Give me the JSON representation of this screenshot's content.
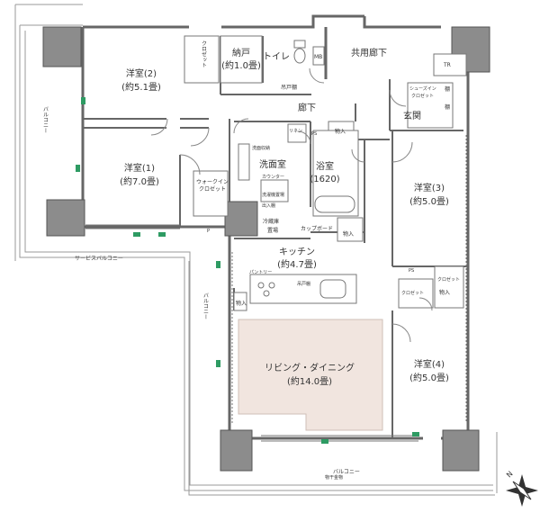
{
  "rooms": {
    "bedroom2": {
      "name": "洋室(2)",
      "area": "(約5.1畳)"
    },
    "bedroom1": {
      "name": "洋室(1)",
      "area": "(約7.0畳)"
    },
    "bedroom3": {
      "name": "洋室(3)",
      "area": "(約5.0畳)"
    },
    "bedroom4": {
      "name": "洋室(4)",
      "area": "(約5.0畳)"
    },
    "storage": {
      "name": "納戸",
      "area": "(約1.0畳)"
    },
    "toilet": "トイレ",
    "hallway": "廊下",
    "entrance": "玄関",
    "common_corridor": "共用廊下",
    "washroom": "洗面室",
    "bathroom": {
      "name": "浴室",
      "size": "(1620)"
    },
    "kitchen": {
      "name": "キッチン",
      "area": "(約4.7畳)"
    },
    "living": {
      "name": "リビング・ダイニング",
      "area": "(約14.0畳)"
    }
  },
  "small_labels": {
    "closet": "クロゼット",
    "walkin": "ウォークイン",
    "walkin_closet": "クロゼット",
    "shoes_in": "シューズイン",
    "shoes_closet": "クロゼット",
    "storage_item": "物入",
    "shelf": "棚",
    "linen": "リネン",
    "ps": "PS",
    "mb": "MB",
    "tr": "TR",
    "counter": "カウンター",
    "washer": "洗濯機置場",
    "fridge": "冷蔵庫",
    "fridge_place": "置場",
    "cupboard": "カップボード",
    "pantry": "パントリー",
    "hanging_shelf": "吊戸棚",
    "dressing_shelf": "洗面収納",
    "under_shelf": "出入棚",
    "bridge": "物干金物",
    "p": "P"
  },
  "balconies": {
    "west": "バルコニー",
    "service": "サービスバルコニー",
    "middle": "バルコニー",
    "south": "バルコニー"
  },
  "compass": {
    "label": "N"
  },
  "colors": {
    "wall": "#666666",
    "column": "#8c8c8c",
    "living_floor": "#f1e5df",
    "outline": "#888888",
    "ac_unit": "#2e9b63"
  }
}
